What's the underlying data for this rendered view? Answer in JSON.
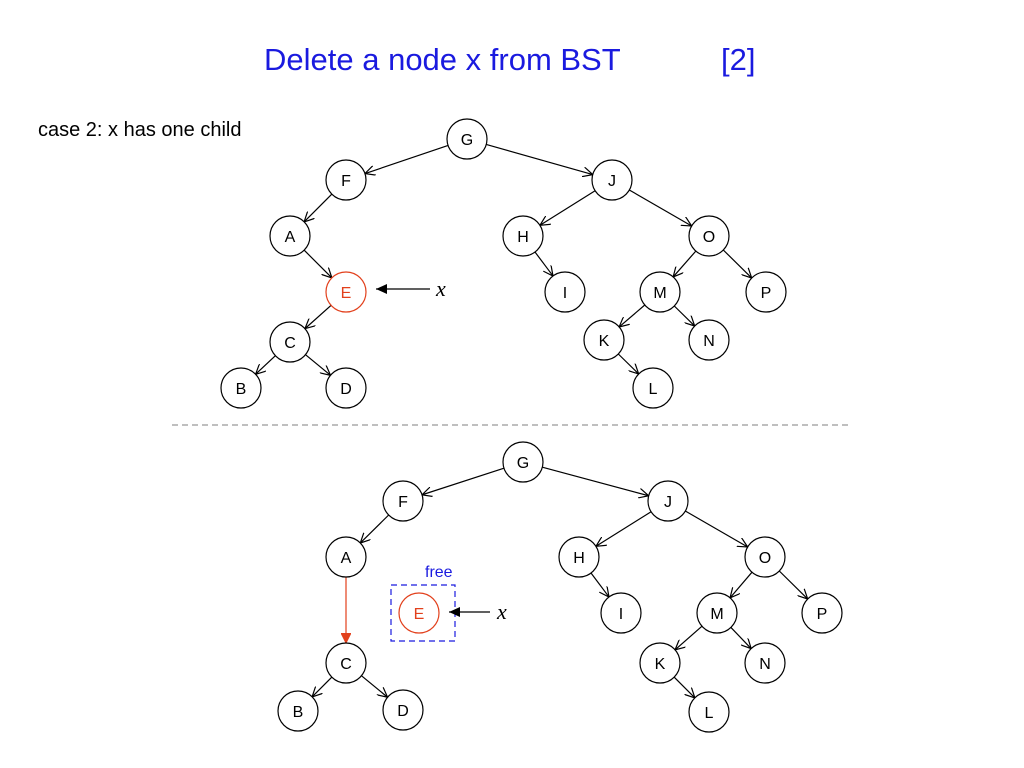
{
  "title": {
    "main": "Delete a node x from BST",
    "number": "[2]"
  },
  "case_label": "case 2: x has one child",
  "pointer_symbol": "x",
  "free_label": "free",
  "colors": {
    "title": "#1a1adf",
    "highlight": "#e2401c",
    "free_box": "#1a1adf",
    "divider": "#999999"
  },
  "before_tree": {
    "nodes": [
      "G",
      "F",
      "J",
      "A",
      "E",
      "C",
      "B",
      "D",
      "H",
      "I",
      "O",
      "M",
      "P",
      "K",
      "N",
      "L"
    ],
    "highlighted": [
      "E"
    ],
    "edges": [
      [
        "G",
        "F"
      ],
      [
        "G",
        "J"
      ],
      [
        "F",
        "A"
      ],
      [
        "A",
        "E"
      ],
      [
        "E",
        "C"
      ],
      [
        "C",
        "B"
      ],
      [
        "C",
        "D"
      ],
      [
        "J",
        "H"
      ],
      [
        "J",
        "O"
      ],
      [
        "H",
        "I"
      ],
      [
        "O",
        "M"
      ],
      [
        "O",
        "P"
      ],
      [
        "M",
        "K"
      ],
      [
        "M",
        "N"
      ],
      [
        "K",
        "L"
      ]
    ],
    "pointer_target": "E"
  },
  "after_tree": {
    "nodes": [
      "G",
      "F",
      "J",
      "A",
      "E",
      "C",
      "B",
      "D",
      "H",
      "I",
      "O",
      "M",
      "P",
      "K",
      "N",
      "L"
    ],
    "highlighted": [
      "E"
    ],
    "highlighted_edges": [
      [
        "A",
        "C"
      ]
    ],
    "edges": [
      [
        "G",
        "F"
      ],
      [
        "G",
        "J"
      ],
      [
        "F",
        "A"
      ],
      [
        "A",
        "C"
      ],
      [
        "C",
        "B"
      ],
      [
        "C",
        "D"
      ],
      [
        "J",
        "H"
      ],
      [
        "J",
        "O"
      ],
      [
        "H",
        "I"
      ],
      [
        "O",
        "M"
      ],
      [
        "O",
        "P"
      ],
      [
        "M",
        "K"
      ],
      [
        "M",
        "N"
      ],
      [
        "K",
        "L"
      ]
    ],
    "freed_node": "E",
    "pointer_target": "E"
  }
}
